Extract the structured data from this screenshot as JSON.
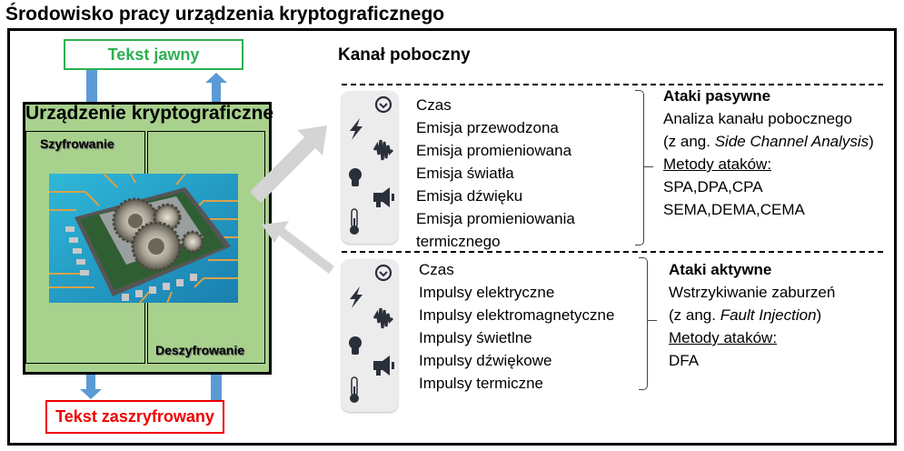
{
  "title": "Środowisko pracy urządzenia kryptograficznego",
  "plaintext_box": {
    "label": "Tekst jawny",
    "color": "#2db052"
  },
  "ciphertext_box": {
    "label": "Tekst zaszryfrowany",
    "color": "#e00000"
  },
  "device": {
    "title": "Urządzenie kryptograficzne",
    "encryption_label": "Szyfrowanie",
    "decryption_label": "Deszyfrowanie",
    "image_description": "chip-with-gears",
    "fill_color": "#a9d18e"
  },
  "side_channel": {
    "title": "Kanał poboczny",
    "icons": [
      "clock-icon",
      "lightning-icon",
      "noise-wave-icon",
      "lightbulb-icon",
      "megaphone-icon",
      "thermometer-icon"
    ],
    "passive_items": [
      "Czas",
      "Emisja przewodzona",
      "Emisja promieniowana",
      "Emisja światła",
      "Emisja dźwięku",
      "Emisja promieniowania",
      "termicznego"
    ],
    "active_items": [
      "Czas",
      "Impulsy elektryczne",
      "Impulsy elektromagnetyczne",
      "Impulsy świetlne",
      "Impulsy dźwiękowe",
      "Impulsy termiczne"
    ]
  },
  "passive_attacks": {
    "heading": "Ataki pasywne",
    "line1": "Analiza kanału pobocznego",
    "line2_prefix": "(z ang. ",
    "line2_italic": "Side Channel Analysis",
    "line2_suffix": ")",
    "methods_label": "Metody ataków:",
    "methods": [
      "SPA,DPA,CPA",
      "SEMA,DEMA,CEMA"
    ]
  },
  "active_attacks": {
    "heading": "Ataki aktywne",
    "line1": "Wstrzykiwanie zaburzeń",
    "line2_prefix": "(z ang. ",
    "line2_italic": "Fault Injection",
    "line2_suffix": ")",
    "methods_label": "Metody ataków:",
    "methods": [
      "DFA"
    ]
  }
}
